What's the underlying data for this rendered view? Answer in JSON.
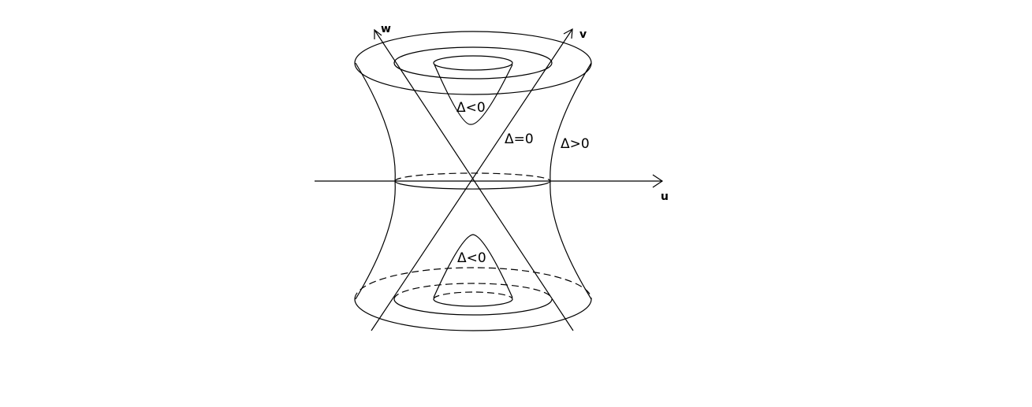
{
  "diagram": {
    "type": "hyperboloid-and-cone",
    "axes": {
      "u": "u",
      "v": "v",
      "w": "w"
    },
    "regions": {
      "upper_inner": "Δ<0",
      "lower_inner": "Δ<0",
      "cone": "Δ=0",
      "outer": "Δ>0"
    },
    "colors": {
      "stroke": "#000000",
      "background": "#ffffff"
    }
  }
}
